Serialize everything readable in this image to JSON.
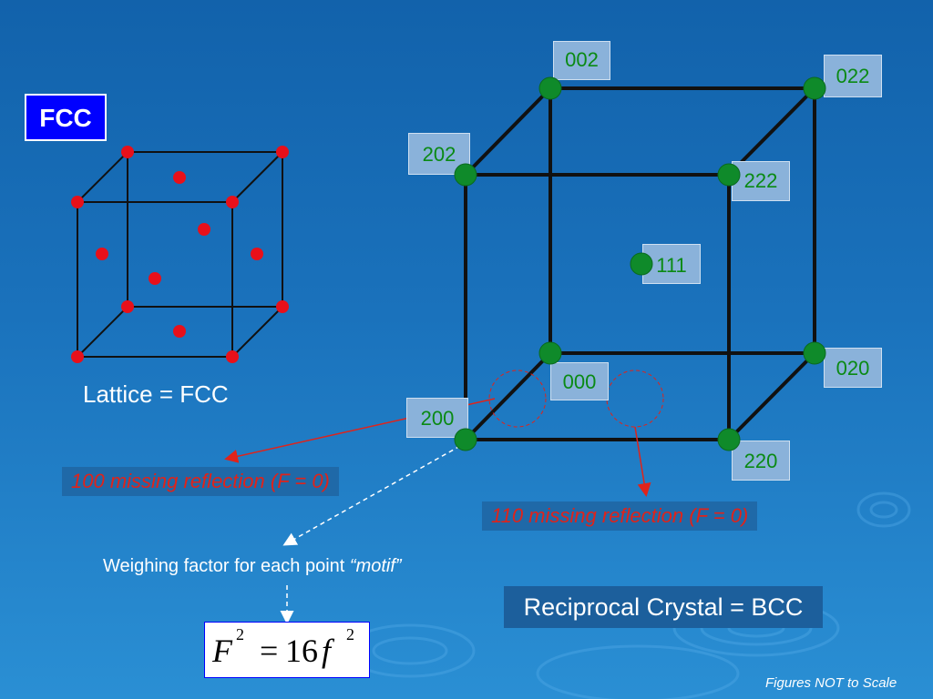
{
  "fcc_badge": "FCC",
  "lattice_label": "Lattice = FCC",
  "reciprocal_label": "Reciprocal Crystal = BCC",
  "missing_100": "100 missing reflection (F = 0)",
  "missing_110": "110 missing reflection (F = 0)",
  "weighing_text": "Weighing factor for each point ",
  "motif": "“motif”",
  "formula": {
    "lhs": "F",
    "lhs_exp": "2",
    "equals": "=",
    "coefficient": "16",
    "rhs": "f",
    "rhs_exp": "2"
  },
  "footnote": "Figures NOT to Scale",
  "reciprocal_points": {
    "p000": "000",
    "p002": "002",
    "p022": "022",
    "p202": "202",
    "p222": "222",
    "p111": "111",
    "p020": "020",
    "p200": "200",
    "p220": "220"
  },
  "colors": {
    "background": "#1a6cb5",
    "lattice_point": "#e8101a",
    "reciprocal_point": "#0f8a2a",
    "label_text": "#0a8a14",
    "missing_text": "#e0231a",
    "fcc_badge": "#0000ff"
  }
}
